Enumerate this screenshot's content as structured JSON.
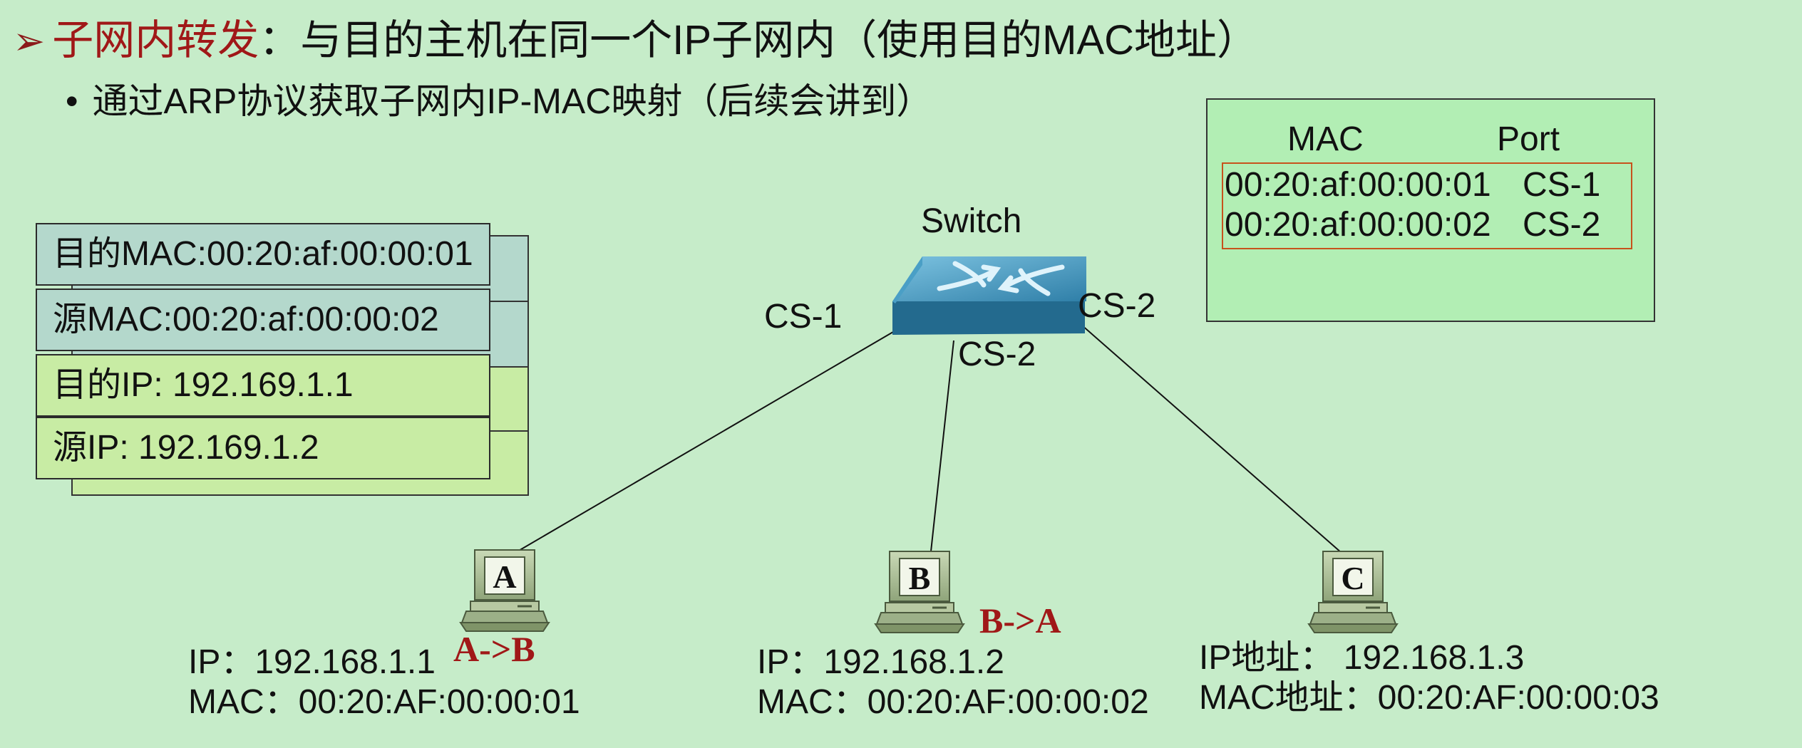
{
  "title": {
    "bullet_icon": "arrow-bullet-icon",
    "highlight": "子网内转发",
    "colon": "：",
    "rest": "与目的主机在同一个IP子网内（使用目的MAC地址）"
  },
  "subtitle": {
    "bullet": "•",
    "text": "通过ARP协议获取子网内IP-MAC映射（后续会讲到）"
  },
  "packet": {
    "dest_mac": "目的MAC:00:20:af:00:00:01",
    "src_mac": "源MAC:00:20:af:00:00:02",
    "dest_ip": "目的IP: 192.169.1.1",
    "src_ip": "源IP: 192.169.1.2"
  },
  "switch": {
    "label": "Switch",
    "port_a": "CS-1",
    "port_b": "CS-2",
    "port_c": "CS-2",
    "icon": "network-switch-icon"
  },
  "mac_table": {
    "col_mac": "MAC",
    "col_port": "Port",
    "rows": [
      {
        "mac": "00:20:af:00:00:01",
        "port": "CS-1"
      },
      {
        "mac": "00:20:af:00:00:02",
        "port": "CS-2"
      }
    ]
  },
  "hosts": [
    {
      "letter": "A",
      "ip_line": "IP：192.168.1.1",
      "mac_line": "MAC：00:20:AF:00:00:01",
      "flow": "A->B",
      "icon": "computer-icon"
    },
    {
      "letter": "B",
      "ip_line": "IP：192.168.1.2",
      "mac_line": "MAC：00:20:AF:00:00:02",
      "flow": "B->A",
      "icon": "computer-icon"
    },
    {
      "letter": "C",
      "ip_line": "IP地址：  192.168.1.3",
      "mac_line": "MAC地址：00:20:AF:00:00:03",
      "icon": "computer-icon"
    }
  ],
  "colors": {
    "background": "#c6ecc9",
    "accent_red": "#a01818",
    "mac_row_fill": "#b4d8cc",
    "ip_row_fill": "#c8eca4",
    "mac_table_fill": "#b2eeb4",
    "mac_table_highlight": "#c7521c",
    "switch_blue": "#2f7fa8"
  }
}
